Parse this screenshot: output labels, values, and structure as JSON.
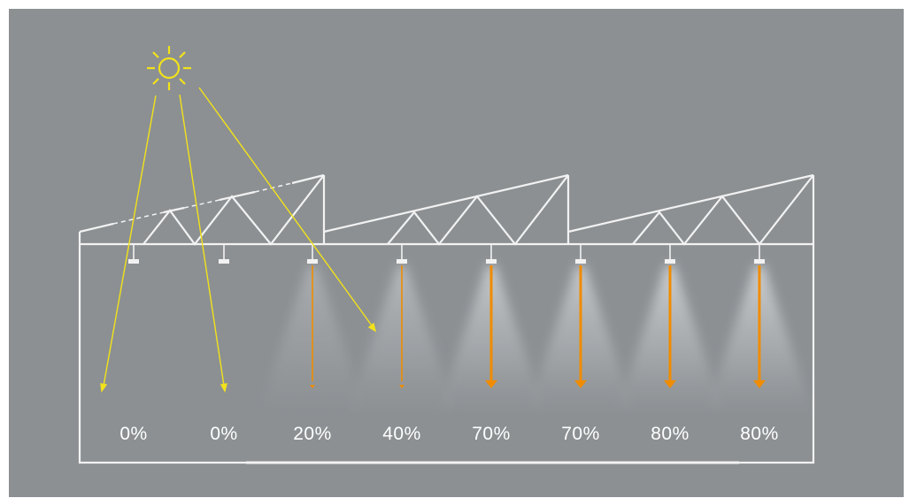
{
  "colors": {
    "background": "#8c9093",
    "structure": "#f2f2f2",
    "sunlight": "#f2e21a",
    "artificial_light": "#f08c00",
    "light_cone": "#d6d8da",
    "label": "#ffffff"
  },
  "icons": {
    "sun": "sun-icon"
  },
  "zones": [
    {
      "label": "0%",
      "level": 0.0
    },
    {
      "label": "0%",
      "level": 0.0
    },
    {
      "label": "20%",
      "level": 0.2
    },
    {
      "label": "40%",
      "level": 0.4
    },
    {
      "label": "70%",
      "level": 0.7
    },
    {
      "label": "70%",
      "level": 0.7
    },
    {
      "label": "80%",
      "level": 0.8
    },
    {
      "label": "80%",
      "level": 0.8
    }
  ]
}
